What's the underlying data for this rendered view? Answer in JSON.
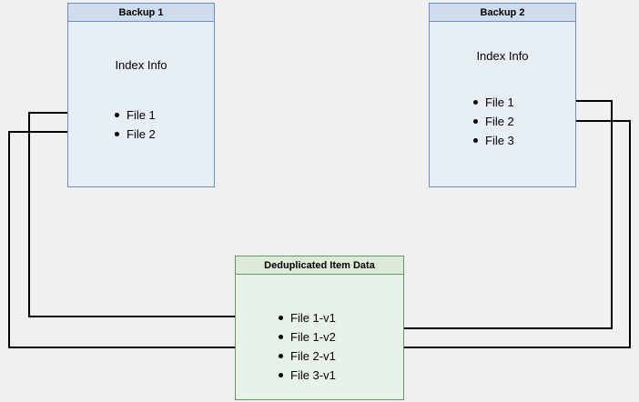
{
  "diagram": {
    "background_color": "#f0f0f0",
    "blue_border_color": "#6c8ebf",
    "blue_fill_color": "#e8eef7",
    "blue_title_color": "#cfdcee",
    "green_border_color": "#5f9c5f",
    "green_fill_color": "#e9f2e9",
    "green_title_color": "#dbead9",
    "edge_color": "#000000"
  },
  "backup1": {
    "title": "Backup 1",
    "heading": "Index Info",
    "files": [
      {
        "label": "File 1"
      },
      {
        "label": "File 2"
      }
    ]
  },
  "backup2": {
    "title": "Backup 2",
    "heading": "Index Info",
    "files": [
      {
        "label": "File 1"
      },
      {
        "label": "File 2"
      },
      {
        "label": "File 3"
      }
    ]
  },
  "dedup": {
    "title": "Deduplicated Item Data",
    "items": [
      {
        "label": "File 1-v1"
      },
      {
        "label": "File 1-v2"
      },
      {
        "label": "File 2-v1"
      },
      {
        "label": "File 3-v1"
      }
    ]
  }
}
